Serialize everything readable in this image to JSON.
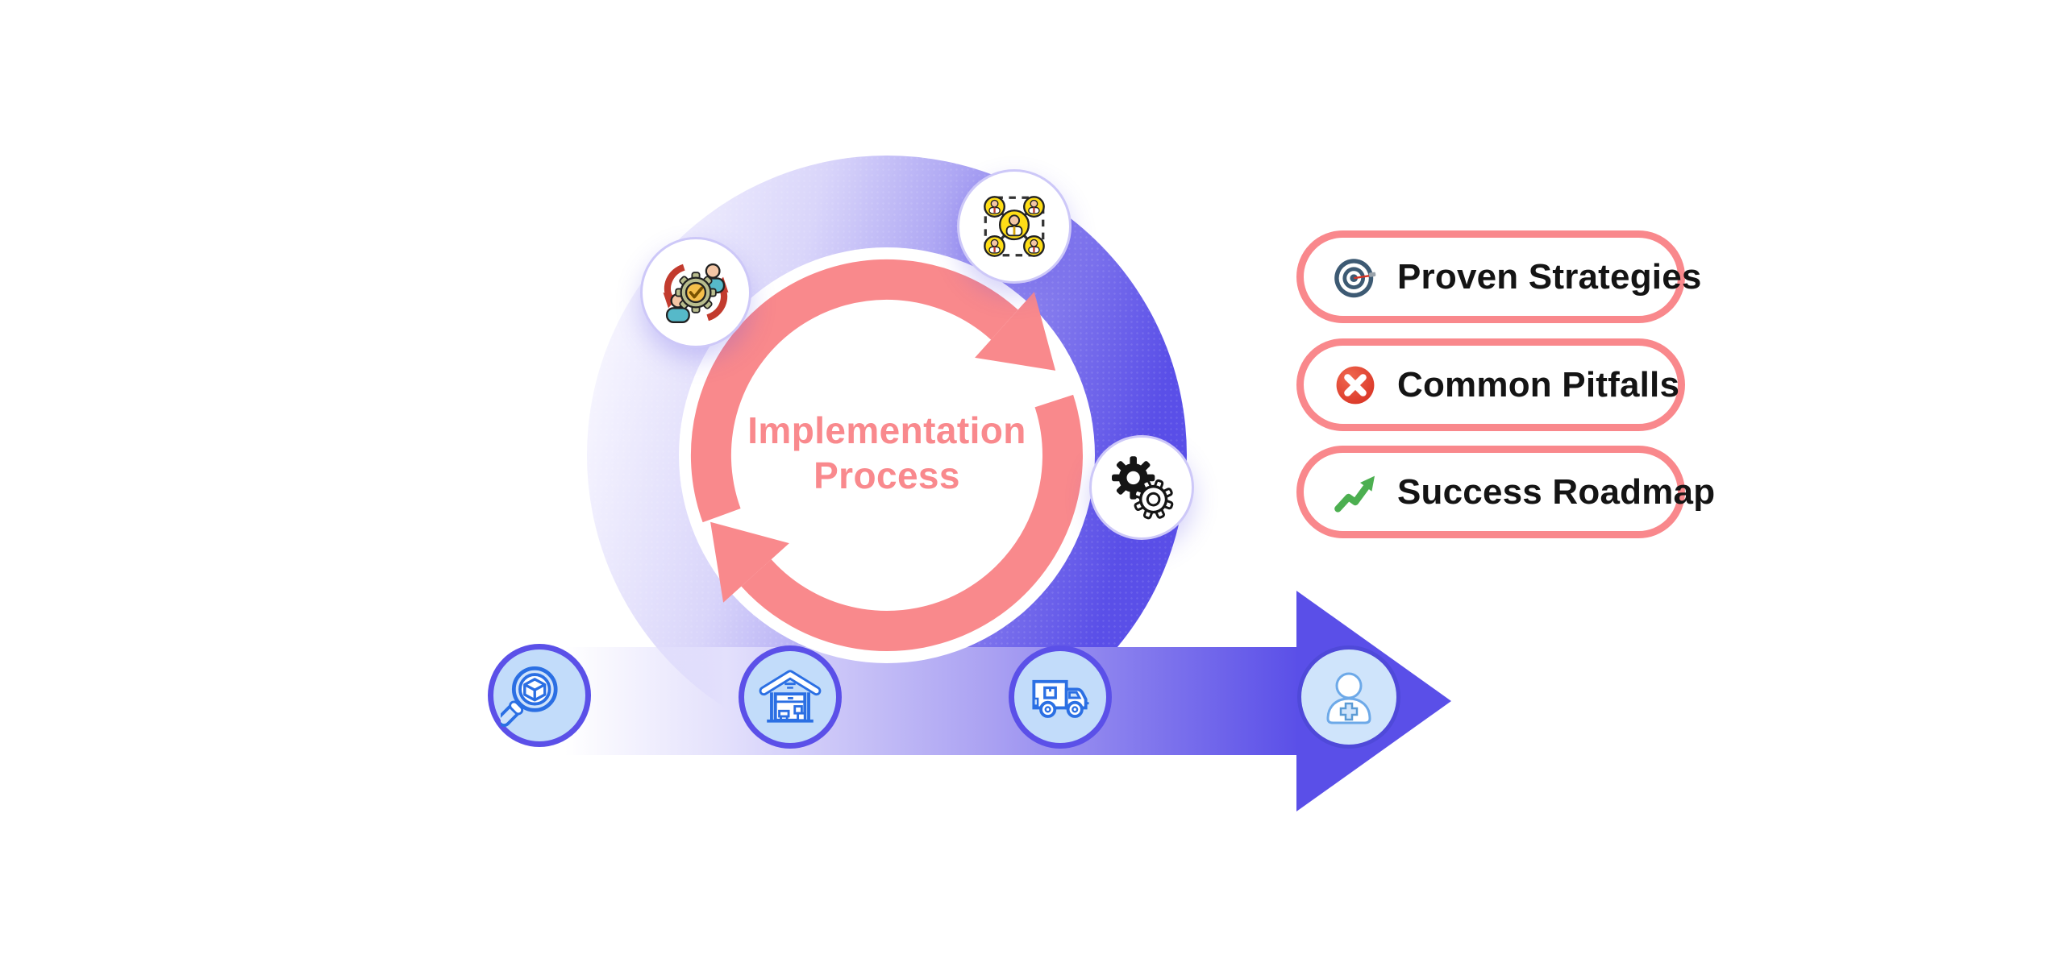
{
  "diagram": {
    "center_title": {
      "line1": "Implementation",
      "line2": "Process"
    },
    "cycle_nodes": [
      {
        "icon": "team-sync-icon"
      },
      {
        "icon": "team-network-icon"
      },
      {
        "icon": "gears-icon"
      }
    ],
    "process_steps": [
      {
        "icon": "product-search-icon"
      },
      {
        "icon": "warehouse-icon"
      },
      {
        "icon": "delivery-truck-icon"
      },
      {
        "icon": "add-customer-icon"
      }
    ],
    "benefits": [
      {
        "icon": "target-icon",
        "label": "Proven Strategies"
      },
      {
        "icon": "cross-mark-icon",
        "label": "Common Pitfalls"
      },
      {
        "icon": "growth-chart-icon",
        "label": "Success Roadmap"
      }
    ],
    "colors": {
      "coral": "#F9898C",
      "indigo": "#5A4FE8",
      "lavender_light": "#D9D5FA",
      "step_circle_fill": "#C2DCFA",
      "step_icon_blue": "#2B6FE3",
      "text_dark": "#141414"
    }
  }
}
